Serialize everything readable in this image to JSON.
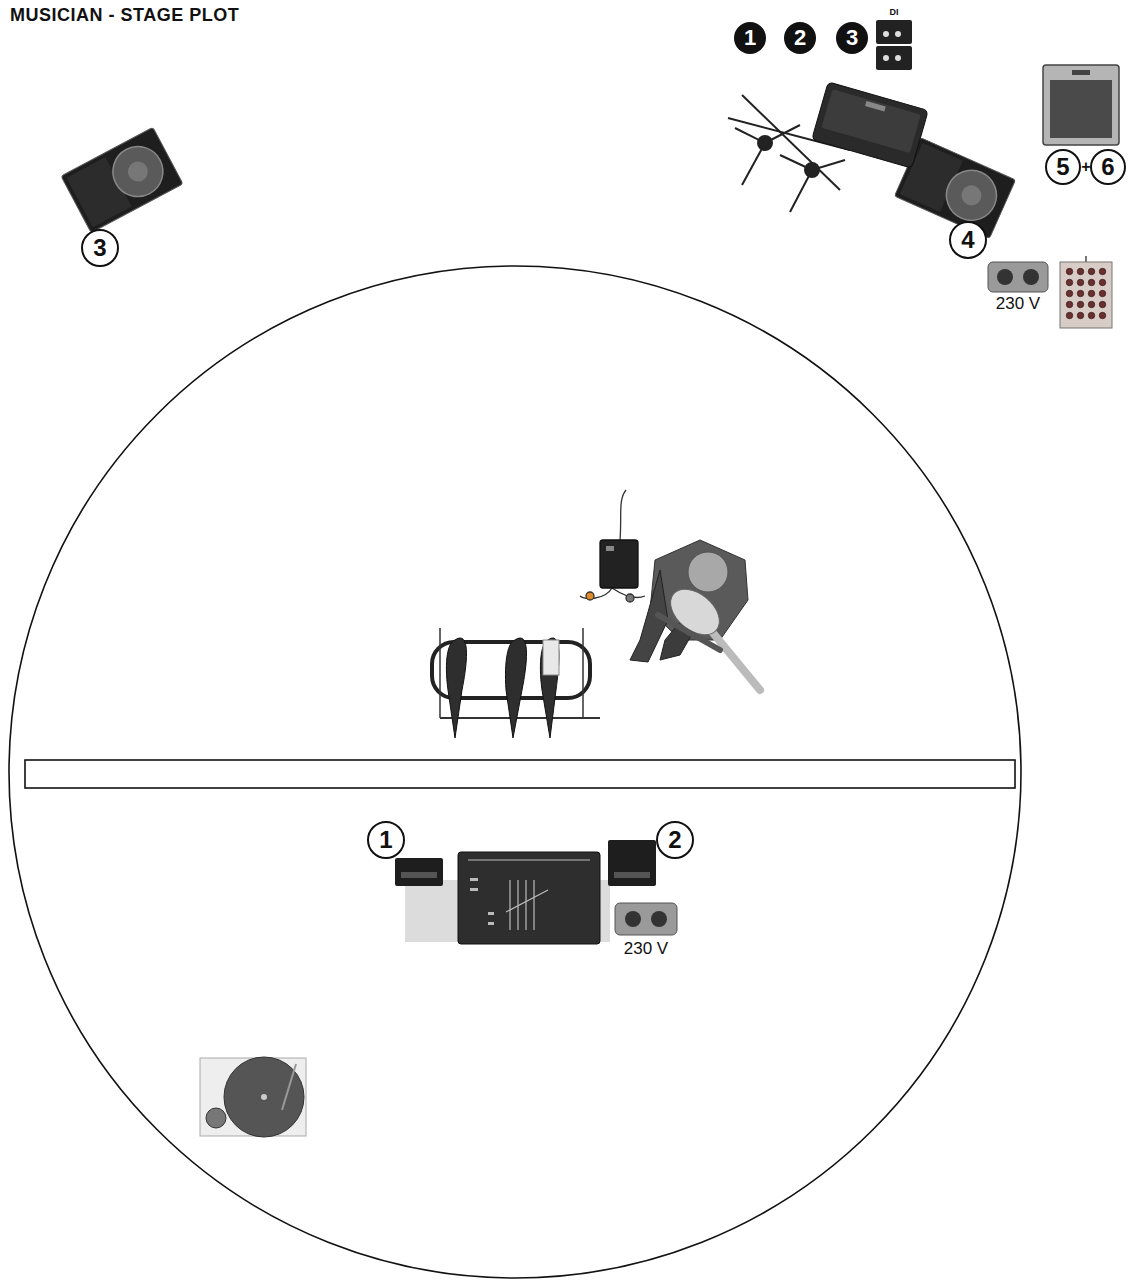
{
  "diagram": {
    "title": "MUSICIAN - STAGE PLOT",
    "labels": [
      "1",
      "2",
      "3",
      "DI",
      "5",
      "+",
      "6",
      "3",
      "4",
      "230 V",
      "1",
      "2",
      "230 V"
    ]
  }
}
